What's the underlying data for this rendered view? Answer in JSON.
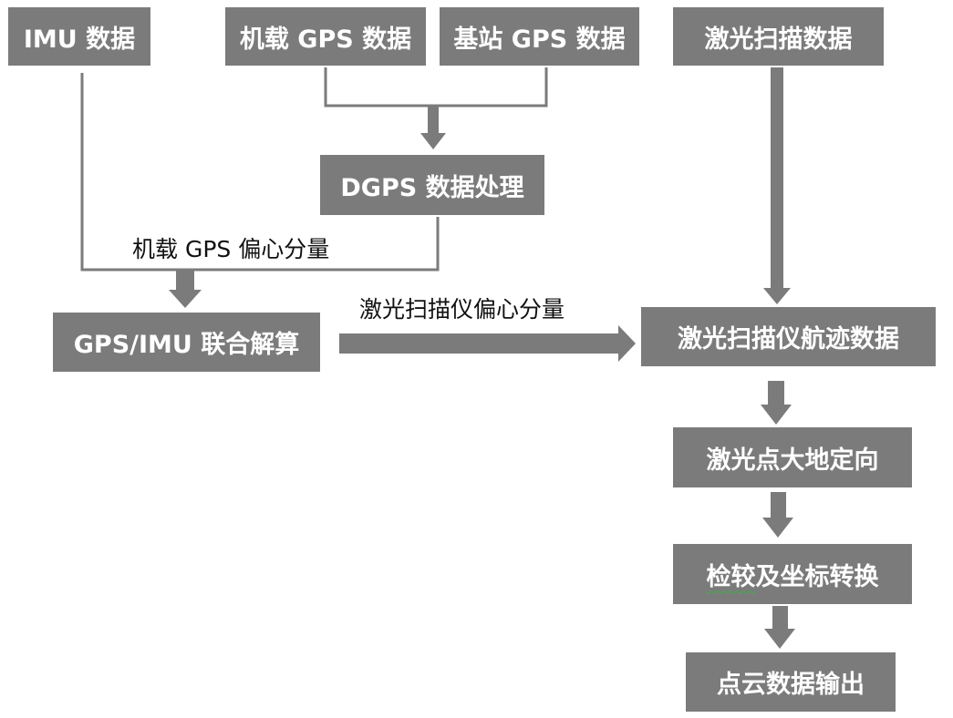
{
  "colors": {
    "box_fill": "#7b7b7b",
    "box_text": "#ffffff",
    "connector": "#7b7b7b",
    "label_text": "#111111",
    "spellcheck_underline": "#3cb043"
  },
  "nodes": {
    "imu_data": "IMU 数据",
    "airborne_gps_data": "机载 GPS 数据",
    "base_station_gps_data": "基站 GPS 数据",
    "laser_scan_data": "激光扫描数据",
    "dgps_processing": "DGPS 数据处理",
    "gps_imu_joint_solution": "GPS/IMU 联合解算",
    "scanner_trajectory_data": "激光扫描仪航迹数据",
    "laser_point_georef": "激光点大地定向",
    "calibration_prefix": "检较",
    "calibration_suffix": "及坐标转换",
    "point_cloud_output": "点云数据输出"
  },
  "edge_labels": {
    "gps_eccentricity": "机载 GPS 偏心分量",
    "scanner_eccentricity": "激光扫描仪偏心分量"
  }
}
